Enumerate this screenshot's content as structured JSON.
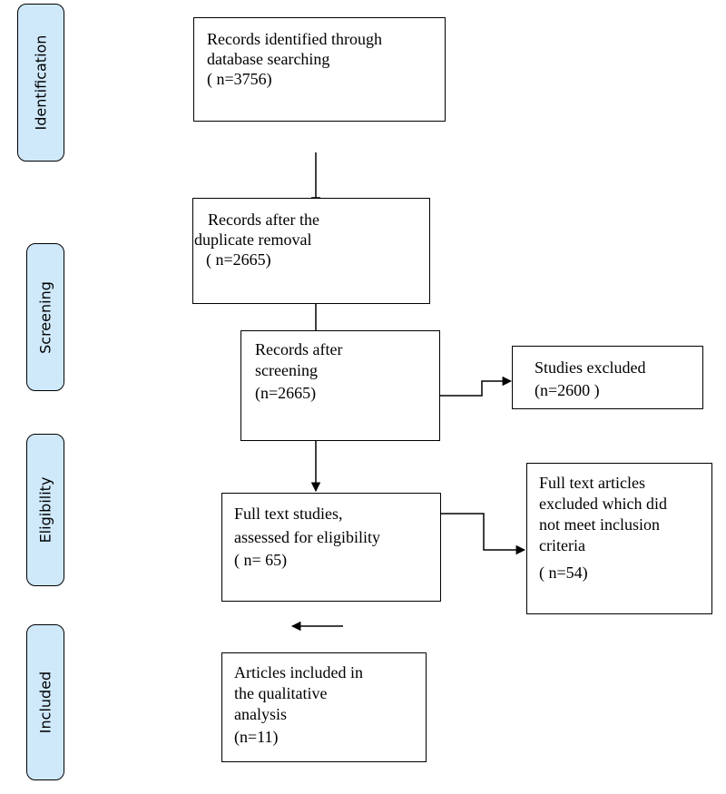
{
  "phases": {
    "identification": "Identification",
    "screening": "Screening",
    "eligibility": "Eligibility",
    "included": "Included"
  },
  "boxes": {
    "identified": {
      "lines": [
        "Records identified through",
        "database searching",
        "( n=3756)"
      ]
    },
    "after_duplicates": {
      "lines": [
        "Records after the",
        "duplicate removal",
        "( n=2665)"
      ]
    },
    "after_screening": {
      "lines": [
        "Records after",
        "screening",
        "(n=2665)"
      ]
    },
    "studies_excluded": {
      "lines": [
        "Studies excluded",
        "(n=2600 )"
      ]
    },
    "full_text": {
      "lines": [
        "Full text studies,",
        "assessed for eligibility",
        "( n= 65)"
      ]
    },
    "full_text_excluded": {
      "lines": [
        "Full text articles",
        "excluded which did",
        "not meet inclusion",
        "criteria",
        "( n=54)"
      ]
    },
    "included": {
      "lines": [
        "Articles included in",
        "the qualitative",
        "analysis",
        "(n=11)"
      ]
    }
  }
}
